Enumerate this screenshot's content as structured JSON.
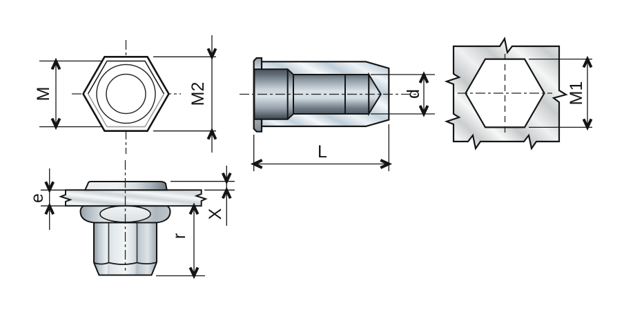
{
  "drawing": {
    "kind": "engineering dimension drawing",
    "description": "Flat-head hexagonal blind rivet nut shown in four views: hex head top view, longitudinal section, installed-in-sheet side view, and mounting plate with hexagonal hole",
    "background": "#ffffff"
  },
  "views": {
    "top": {
      "name": "hex-head-top-view",
      "dimension_labels": [
        "M",
        "M2"
      ]
    },
    "section": {
      "name": "side-section-view",
      "dimension_labels": [
        "d",
        "L"
      ]
    },
    "installed": {
      "name": "installed-side-view",
      "dimension_labels": [
        "e",
        "X",
        "r"
      ]
    },
    "plate": {
      "name": "mounting-hole-plate-view",
      "dimension_labels": [
        "M1"
      ]
    }
  },
  "dims": {
    "M": "M",
    "M2": "M2",
    "d": "d",
    "L": "L",
    "M1": "M1",
    "e": "e",
    "X": "X",
    "r": "r"
  },
  "colors": {
    "outline": "#141414",
    "dimension_line": "#141414",
    "metal_blue_light": "#f1f5f8",
    "metal_blue_mid": "#c0ced9",
    "metal_gray_light": "#f3f4f5",
    "metal_gray_mid": "#c8cbcd",
    "bore_dark": "#3a434b",
    "bore_light": "#d8e1e7",
    "background": "#ffffff"
  }
}
